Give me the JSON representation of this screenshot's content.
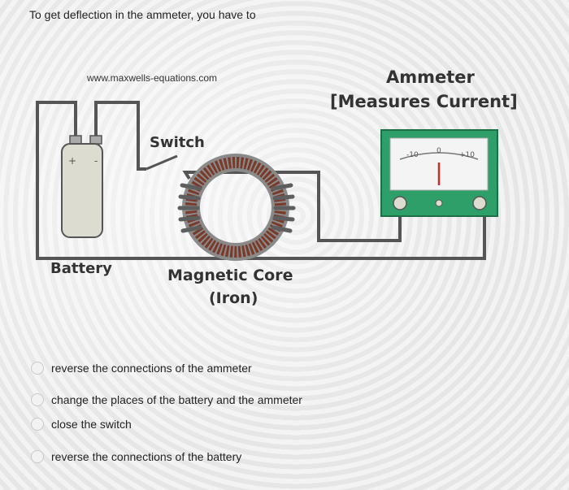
{
  "question": "To get deflection in the ammeter, you have to",
  "diagram": {
    "url": "www.maxwells-equations.com",
    "ammeter_title": "Ammeter",
    "ammeter_subtitle": "[Measures Current]",
    "switch_label": "Switch",
    "battery_label": "Battery",
    "core_label": "Magnetic Core",
    "core_sublabel": "(Iron)",
    "battery_plus": "+",
    "battery_minus": "-",
    "scale_left": "-10",
    "scale_mid": "0",
    "scale_right": "+10"
  },
  "options": [
    {
      "label": "reverse the connections of the ammeter",
      "selected": false
    },
    {
      "label": "change the places of the battery and the ammeter",
      "selected": false
    },
    {
      "label": "close the switch",
      "selected": false
    },
    {
      "label": "reverse the connections of the battery",
      "selected": false
    }
  ],
  "colors": {
    "ammeter_green": "#2e9f68",
    "wire": "#555555",
    "battery": "#dcdcd0",
    "coil": "#7a3a2a",
    "needle": "#cc2a2a"
  }
}
